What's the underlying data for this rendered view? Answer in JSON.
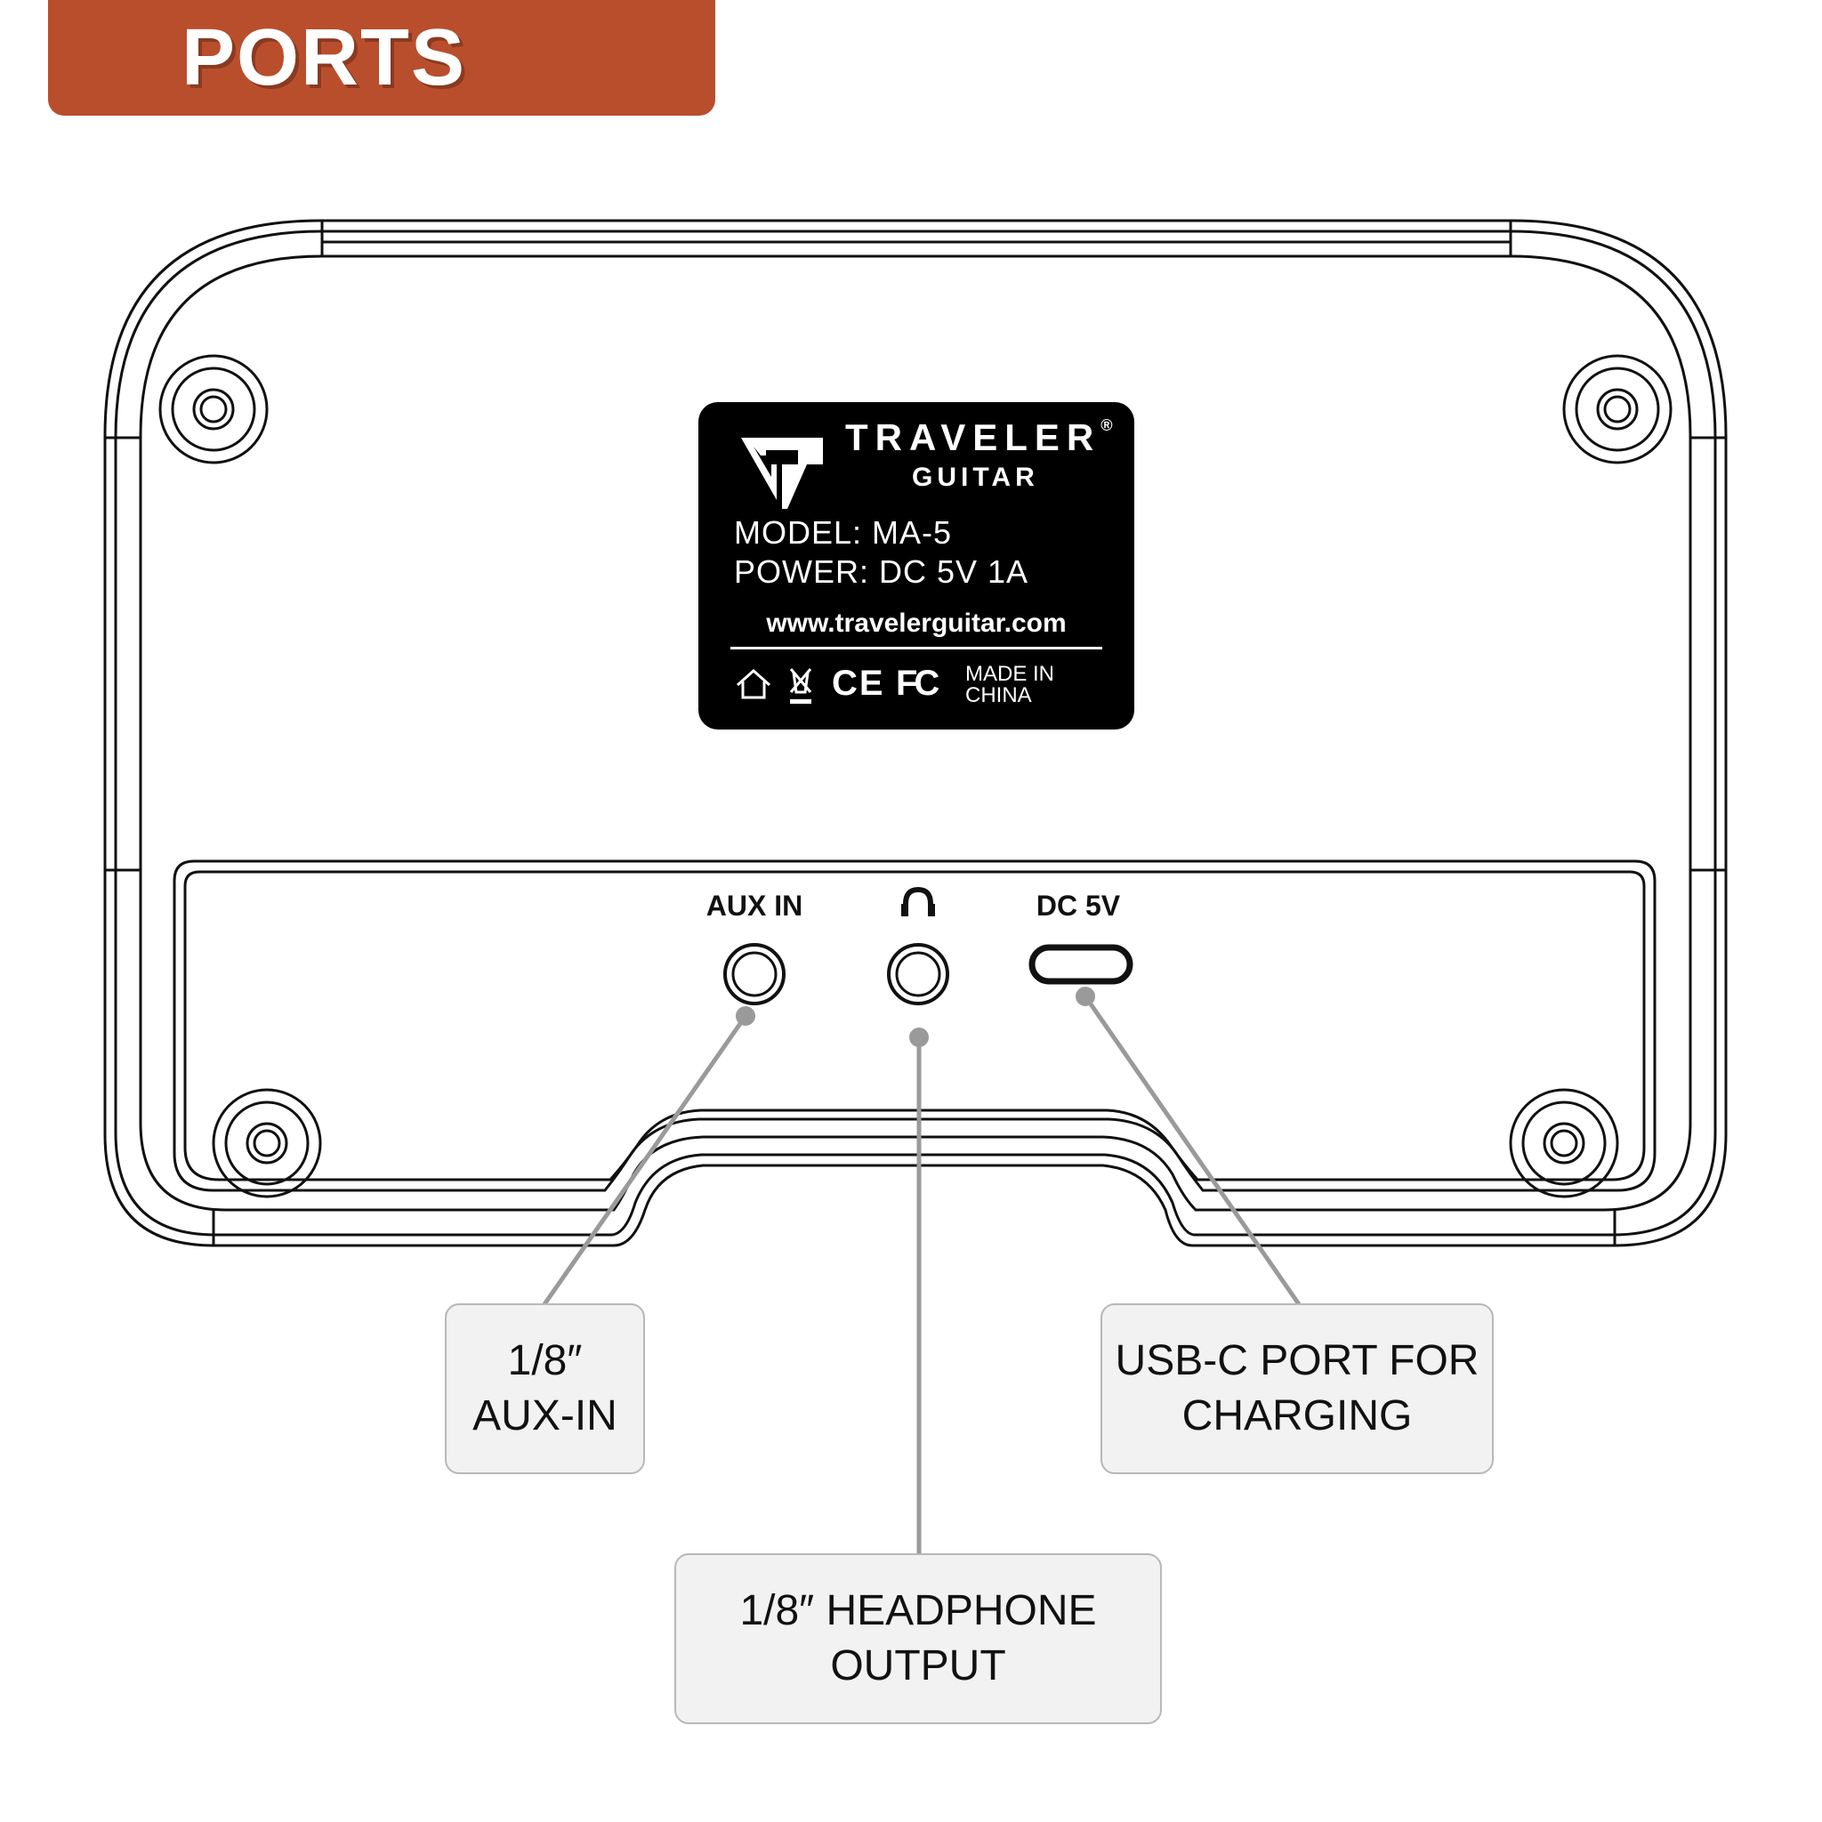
{
  "banner": {
    "title": "PORTS",
    "color": "#B94E2D"
  },
  "plate": {
    "brand_name": "TRAVELER",
    "brand_reg": "®",
    "brand_sub": "GUITAR",
    "model_line": "MODEL: MA-5",
    "power_line": "POWER: DC 5V 1A",
    "url": "www.travelerguitar.com",
    "icons": [
      "indoor-use-icon",
      "weee-bin-icon",
      "ce-mark-icon",
      "fcc-mark-icon"
    ],
    "ce_text": "CE",
    "fc_text": "FC",
    "made_in_line1": "MADE IN",
    "made_in_line2": "CHINA"
  },
  "ports": {
    "aux_label": "AUX IN",
    "headphone_icon": "headphones-icon",
    "dc_label": "DC 5V"
  },
  "callouts": {
    "aux": {
      "line1": "1/8″",
      "line2": "AUX-IN"
    },
    "headphone": {
      "line1": "1/8″ HEADPHONE",
      "line2": "OUTPUT"
    },
    "usb": {
      "line1": "USB-C PORT FOR",
      "line2": "CHARGING"
    }
  },
  "colors": {
    "leader_line": "#9a9a9a",
    "outline": "#111111",
    "callout_fill": "#f2f2f2"
  }
}
